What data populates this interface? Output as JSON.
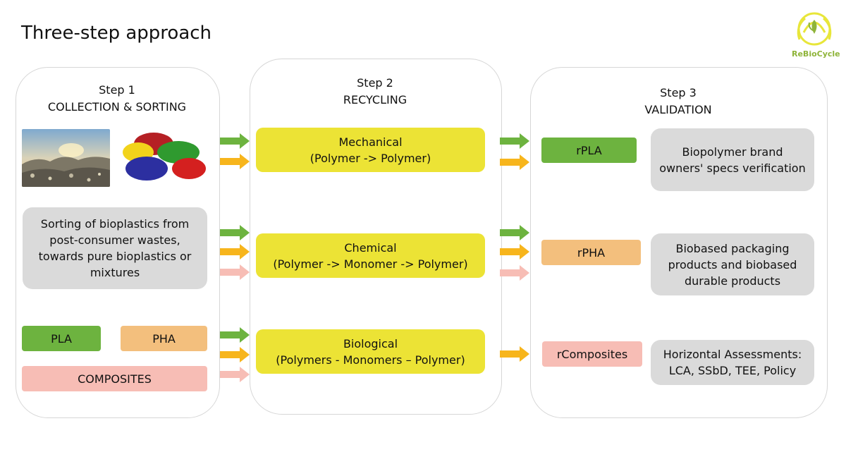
{
  "title": "Three-step approach",
  "logo": {
    "name": "ReBioCycle",
    "color": "#8fb43a",
    "accent": "#e8e63a"
  },
  "colors": {
    "green": "#6db33f",
    "orange": "#f3bf7d",
    "pink": "#f7bdb5",
    "yellow": "#ece335",
    "grey": "#dadada",
    "arrow_green": "#6db33f",
    "arrow_orange": "#f7b51c",
    "arrow_pink": "#f7bdb5"
  },
  "step1": {
    "heading": "Step 1",
    "subheading": "COLLECTION & SORTING",
    "sorting_text": "Sorting of bioplastics from post-consumer wastes, towards pure bioplastics or mixtures",
    "pla": "PLA",
    "pha": "PHA",
    "composites": "COMPOSITES"
  },
  "step2": {
    "heading": "Step 2",
    "subheading": "RECYCLING",
    "mechanical": {
      "name": "Mechanical",
      "detail": "(Polymer -> Polymer)"
    },
    "chemical": {
      "name": "Chemical",
      "detail": "(Polymer -> Monomer -> Polymer)"
    },
    "biological": {
      "name": "Biological",
      "detail": "(Polymers - Monomers – Polymer)"
    }
  },
  "step3": {
    "heading": "Step 3",
    "subheading": "VALIDATION",
    "rpla": "rPLA",
    "rpha": "rPHA",
    "rcomposites": "rComposites",
    "box1": "Biopolymer brand owners' specs verification",
    "box2": "Biobased packaging products and biobased durable products",
    "box3": "Horizontal Assessments: LCA, SSbD, TEE, Policy"
  }
}
